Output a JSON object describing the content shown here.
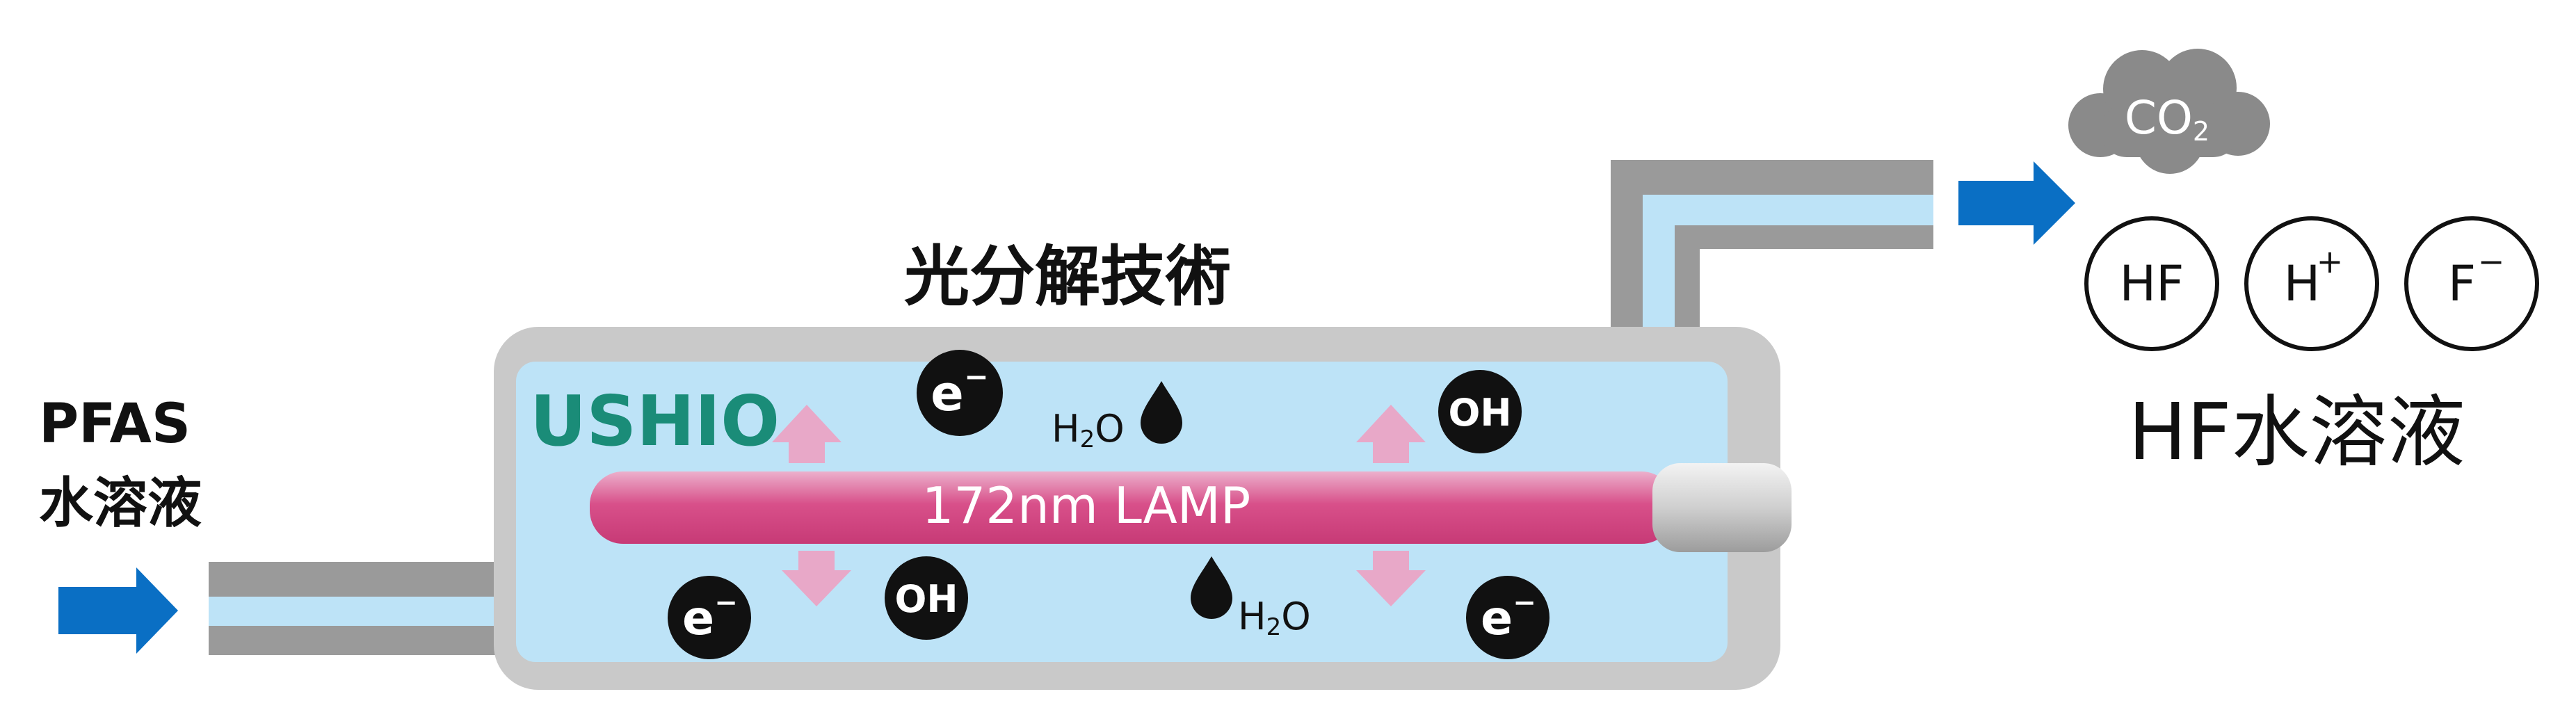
{
  "title": "光分解技術",
  "input_label": {
    "line1": "PFAS",
    "line2": "水溶液"
  },
  "brand": "USHIO",
  "lamp_label": "172nm LAMP",
  "species": {
    "electron": "e",
    "electron_sup": "−",
    "hydroxyl": "OH",
    "water_h": "H",
    "water_sub": "2",
    "water_o": "O"
  },
  "products": {
    "co2_main": "CO",
    "co2_sub": "2",
    "hf": "HF",
    "h_plus_main": "H",
    "h_plus_sup": "+",
    "f_minus_main": "F",
    "f_minus_sup": "−"
  },
  "output_label": "HF水溶液",
  "colors": {
    "brand_green": "#1a8c78",
    "pipe_gray": "#9a9a9a",
    "water_blue": "#bde3f7",
    "lamp_pink": "#d8508a",
    "arrow_blue": "#0a6fc4",
    "radiation_pink": "#e8a8c8"
  }
}
